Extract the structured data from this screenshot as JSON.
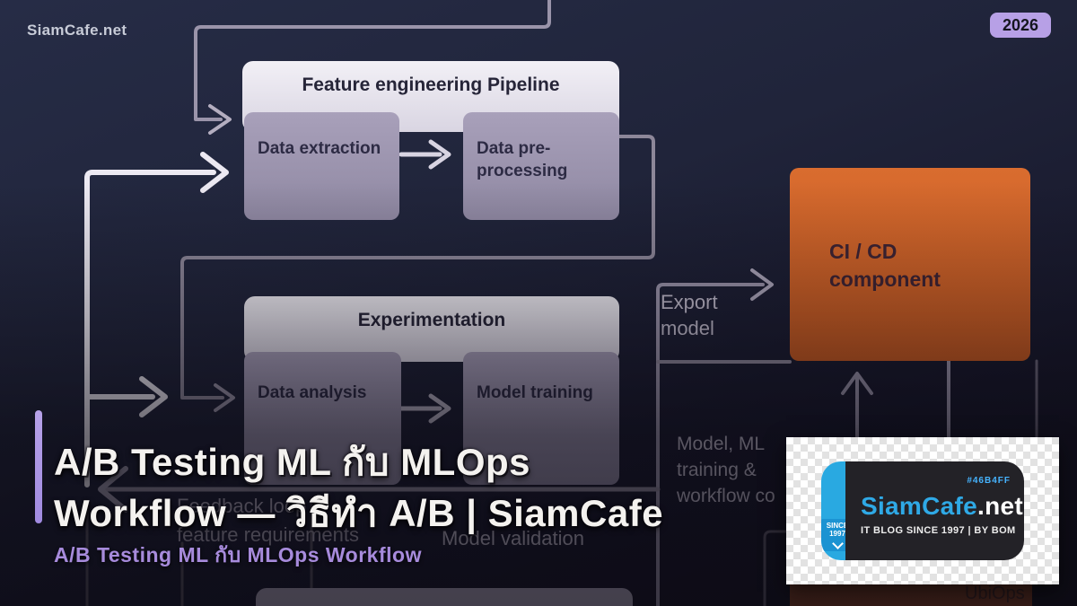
{
  "header": {
    "watermark": "SiamCafe.net",
    "year_badge": "2026",
    "badge_color": "#b7a0e6"
  },
  "title": {
    "line1": "A/B Testing ML กับ MLOps",
    "line2": "Workflow — วิธีทำ A/B | SiamCafe",
    "subtitle": "A/B Testing ML กับ MLOps Workflow",
    "accent_color": "#a88fe2"
  },
  "diagram": {
    "feature_pipeline": {
      "title": "Feature engineering Pipeline",
      "boxes": [
        {
          "label": "Data extraction"
        },
        {
          "label": "Data pre-processing"
        }
      ]
    },
    "experimentation": {
      "title": "Experimentation",
      "boxes": [
        {
          "label": "Data analysis"
        },
        {
          "label": "Model training"
        }
      ]
    },
    "cicd": {
      "line1": "CI / CD",
      "line2": "component",
      "color": "#d2622a"
    },
    "labels": {
      "export_model": "Export model",
      "model_ml_training": "Model, ML training & workflow co",
      "model_validation": "Model validation",
      "feedback_loop": "Feedback loop",
      "feature_requirements": "feature requirements",
      "ubiops": "UbiOps"
    }
  },
  "logo_card": {
    "hex_label": "#46B4FF",
    "brand_main": "SiamCafe",
    "brand_suffix": ".net",
    "tagline": "IT BLOG SINCE 1997 | BY BOM",
    "since_line1": "SINCE",
    "since_line2": "1997",
    "accent_hex": "#46b4ff",
    "blue": "#29a9e1"
  }
}
